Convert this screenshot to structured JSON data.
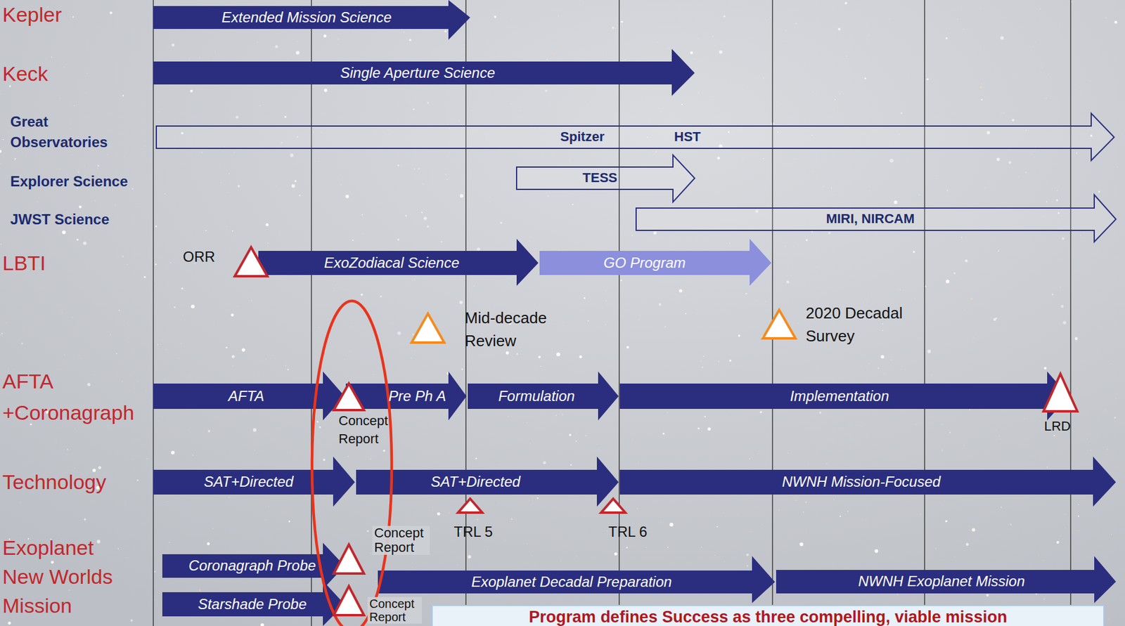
{
  "diagram": {
    "nodes": [
      {
        "text": [
          "Extended Mission Science"
        ]
      },
      {
        "text": [
          "Single Aperture Science"
        ]
      },
      {
        "text": [
          "Spitzer",
          "HST"
        ]
      },
      {
        "text": [
          "TESS"
        ]
      },
      {
        "text": [
          "MIRI, NIRCAM"
        ]
      },
      {
        "text": [
          "ExoZodiacal Science"
        ]
      },
      {
        "text": [
          "GO Program"
        ]
      },
      {
        "text": [
          "AFTA"
        ]
      },
      {
        "text": [
          "Pre Ph A"
        ]
      },
      {
        "text": [
          "Formulation"
        ]
      },
      {
        "text": [
          "Implementation"
        ]
      },
      {
        "text": [
          "SAT+Directed"
        ]
      },
      {
        "text": [
          "SAT+Directed"
        ]
      },
      {
        "text": [
          "NWNH Mission-Focused"
        ]
      },
      {
        "text": [
          "Coronagraph Probe"
        ]
      },
      {
        "text": [
          "Exoplanet Decadal Preparation"
        ]
      },
      {
        "text": [
          "NWNH Exoplanet Mission"
        ]
      },
      {
        "text": [
          "Starshade Probe"
        ]
      },
      {
        "text": [
          "Program defines Success as three compelling, viable mission"
        ]
      }
    ],
    "labels": [
      "Kepler",
      "Keck",
      "Great Observatories",
      "Explorer Science",
      "JWST Science",
      "LBTI",
      "ORR",
      "Mid-decade Review",
      "2020 Decadal Survey",
      "AFTA +Coronagraph",
      "Concept Report",
      "LRD",
      "Technology",
      "TRL 5",
      "TRL 6",
      "Concept Report",
      "Exoplanet New Worlds Mission",
      "Concept Report"
    ]
  }
}
